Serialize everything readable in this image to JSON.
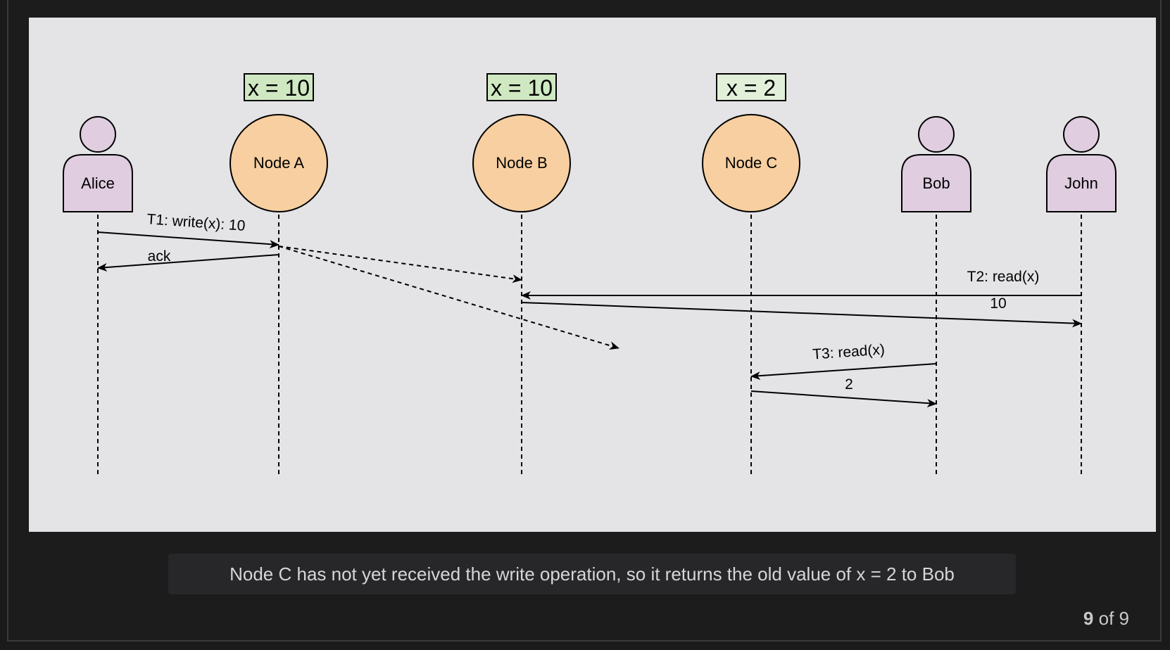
{
  "colors": {
    "background": "#1c1c1d",
    "slide_bg": "#e4e4e6",
    "node_fill": "#f7cfa0",
    "actor_fill": "#e0cde0",
    "value_box_fill": "#cfe8c2",
    "value_box_fill_stale": "#e2f0da"
  },
  "actors": [
    {
      "id": "alice",
      "label": "Alice",
      "icon": "person-icon"
    },
    {
      "id": "bob",
      "label": "Bob",
      "icon": "person-icon"
    },
    {
      "id": "john",
      "label": "John",
      "icon": "person-icon"
    }
  ],
  "nodes": [
    {
      "id": "node-a",
      "label": "Node A",
      "value": "x = 10"
    },
    {
      "id": "node-b",
      "label": "Node B",
      "value": "x = 10"
    },
    {
      "id": "node-c",
      "label": "Node C",
      "value": "x = 2"
    }
  ],
  "messages": {
    "t1_write": "T1: write(x): 10",
    "ack": "ack",
    "t2_read": "T2: read(x)",
    "t2_reply": "10",
    "t3_read": "T3: read(x)",
    "t3_reply": "2"
  },
  "caption": "Node C has not yet received the write operation, so it returns the old value of x = 2 to Bob",
  "pager": {
    "current": "9",
    "separator": " of ",
    "total": "9"
  }
}
